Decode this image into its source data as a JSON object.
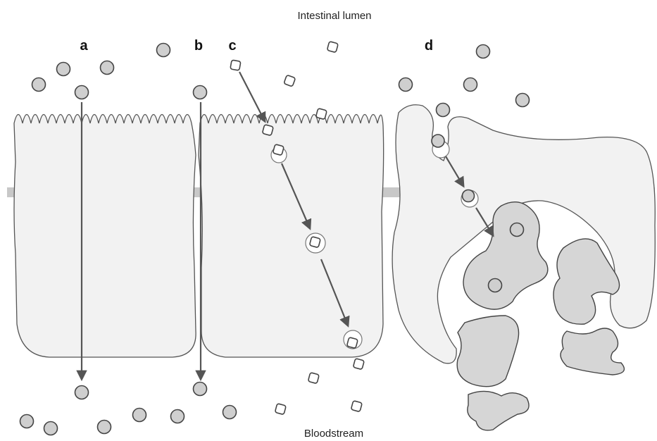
{
  "labels": {
    "top_region": "Intestinal lumen",
    "bottom_region": "Bloodstream"
  },
  "panels": [
    "a",
    "b",
    "c",
    "d"
  ],
  "colors": {
    "cell_fill": "#f2f2f2",
    "cell_outline": "#555555",
    "lymphoid_cell_fill": "#d6d6d6",
    "basement_membrane": "#c8c8c8",
    "arrow": "#555555",
    "round_particle": "#cfcfcf"
  },
  "icons": {
    "round_particle": "circle",
    "square_particle": "rounded-square",
    "arrow": "arrow-down"
  }
}
